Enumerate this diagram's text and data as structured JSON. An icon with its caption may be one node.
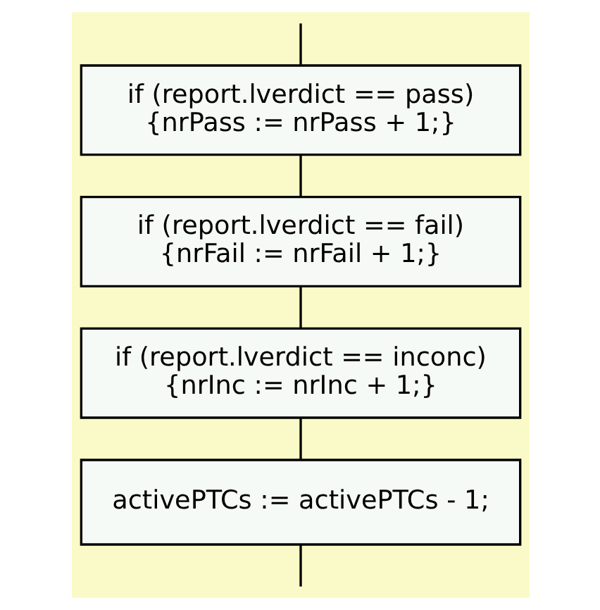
{
  "diagram": {
    "nodes": [
      {
        "text": [
          "if (report.lverdict == pass)",
          "{nrPass := nrPass + 1;}"
        ]
      },
      {
        "text": [
          "if (report.lverdict == fail)",
          "{nrFail := nrFail + 1;}"
        ]
      },
      {
        "text": [
          "if (report.lverdict == inconc)",
          "{nrInc := nrInc + 1;}"
        ]
      },
      {
        "text": [
          "activePTCs := activePTCs - 1;"
        ]
      }
    ],
    "edges": [
      {
        "from": null,
        "to": 0,
        "arrow": "none"
      },
      {
        "from": 0,
        "to": 1,
        "arrow": "none"
      },
      {
        "from": 1,
        "to": 2,
        "arrow": "none"
      },
      {
        "from": 2,
        "to": 3,
        "arrow": "none"
      },
      {
        "from": 3,
        "to": null,
        "arrow": "none"
      }
    ]
  }
}
